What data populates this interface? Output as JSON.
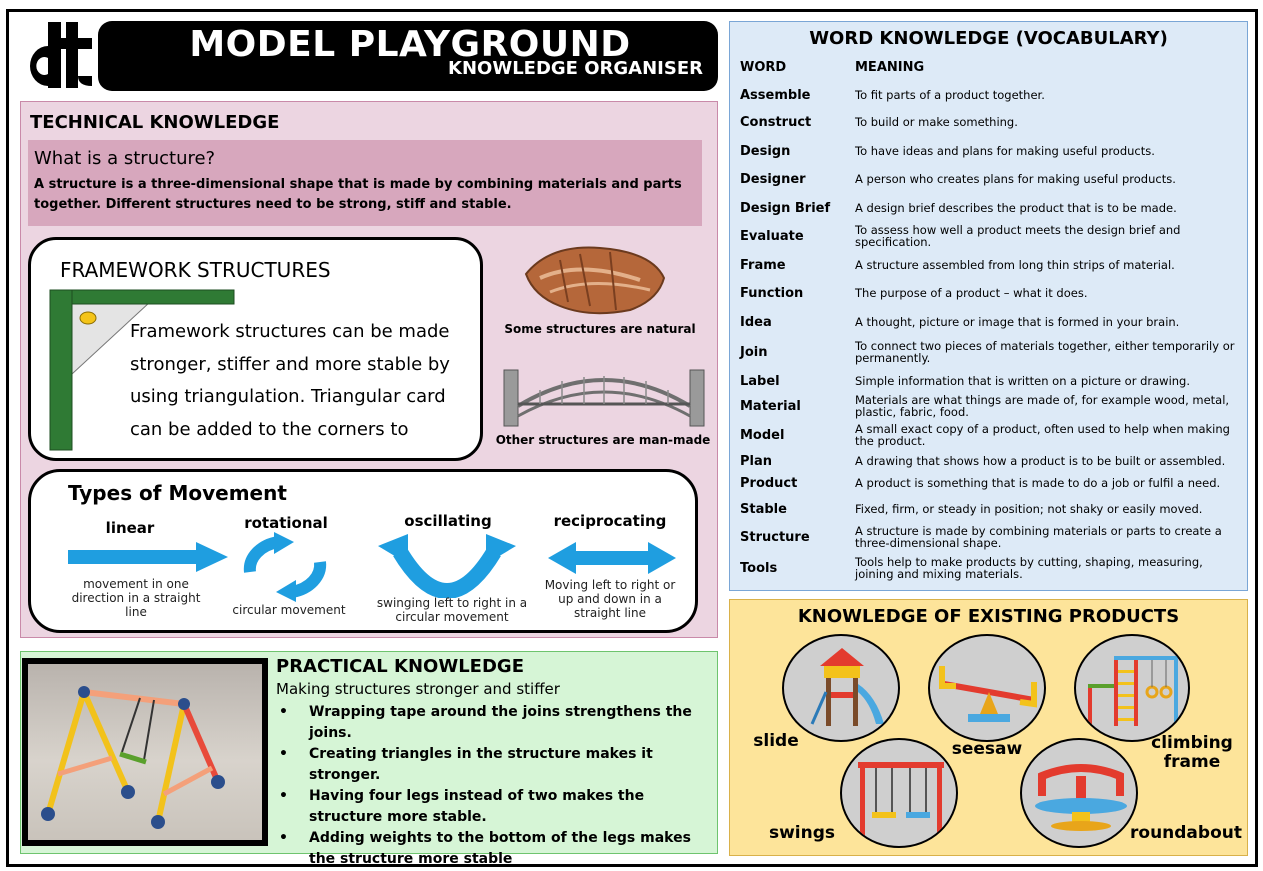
{
  "header": {
    "logo_text": "dt",
    "title": "MODEL PLAYGROUND",
    "subtitle": "KNOWLEDGE ORGANISER"
  },
  "technical": {
    "heading": "TECHNICAL KNOWLEDGE",
    "question": "What is a structure?",
    "answer": "A structure is a three-dimensional shape that is made by combining materials and parts together. Different structures need to be strong, stiff and stable.",
    "framework_title": "FRAMEWORK STRUCTURES",
    "framework_text": "Framework structures can be made stronger, stiffer and more stable by using triangulation. Triangular card can be added to the corners to",
    "natural_caption": "Some structures are natural",
    "manmade_caption": "Other structures are man-made"
  },
  "movement": {
    "title": "Types of Movement",
    "types": [
      {
        "label": "linear",
        "desc": "movement in one direction in a straight line"
      },
      {
        "label": "rotational",
        "desc": "circular movement"
      },
      {
        "label": "oscillating",
        "desc": "swinging left to right in a circular movement"
      },
      {
        "label": "reciprocating",
        "desc": "Moving left to right or up and down in a straight line"
      }
    ]
  },
  "practical": {
    "title": "PRACTICAL KNOWLEDGE",
    "subtitle": "Making structures stronger and stiffer",
    "points": [
      "Wrapping tape around the joins strengthens the joins.",
      "Creating triangles in the structure makes it stronger.",
      "Having four legs instead of two makes the structure more stable.",
      "Adding weights to the bottom of the legs makes the structure more stable"
    ]
  },
  "vocabulary": {
    "title": "WORD KNOWLEDGE (VOCABULARY)",
    "col_word": "WORD",
    "col_meaning": "MEANING",
    "rows": [
      {
        "word": "Assemble",
        "meaning": "To fit parts of a product together."
      },
      {
        "word": "Construct",
        "meaning": "To build or make something."
      },
      {
        "word": "Design",
        "meaning": "To have ideas and plans for making useful products."
      },
      {
        "word": "Designer",
        "meaning": "A person who creates plans for making useful products."
      },
      {
        "word": "Design Brief",
        "meaning": "A design brief describes the product that is to be made."
      },
      {
        "word": "Evaluate",
        "meaning": "To assess how well a product meets the design brief and specification."
      },
      {
        "word": "Frame",
        "meaning": "A structure assembled from long thin strips of material."
      },
      {
        "word": "Function",
        "meaning": "The purpose of a product – what it does."
      },
      {
        "word": "Idea",
        "meaning": "A thought, picture or image that is formed in your brain."
      },
      {
        "word": "Join",
        "meaning": "To connect two pieces of materials together, either temporarily or permanently."
      },
      {
        "word": "Label",
        "meaning": "Simple information that is written on a picture or drawing."
      },
      {
        "word": "Material",
        "meaning": "Materials are what things are made of, for example wood, metal, plastic, fabric, food."
      },
      {
        "word": "Model",
        "meaning": "A small exact copy of a product, often used to help when making the product."
      },
      {
        "word": "Plan",
        "meaning": "A drawing that shows how a product is to be built or assembled."
      },
      {
        "word": "Product",
        "meaning": "A product is something that is made to do a job or fulfil a need."
      },
      {
        "word": "Stable",
        "meaning": "Fixed, firm, or steady in position; not shaky or easily moved."
      },
      {
        "word": "Structure",
        "meaning": "A structure is made by combining materials or parts to create a three-dimensional shape."
      },
      {
        "word": "Tools",
        "meaning": "Tools help to make products by cutting, shaping, measuring, joining and mixing materials."
      }
    ]
  },
  "products": {
    "title": "KNOWLEDGE OF EXISTING PRODUCTS",
    "items": [
      {
        "label": "slide"
      },
      {
        "label": "seesaw"
      },
      {
        "label": "climbing frame"
      },
      {
        "label": "swings"
      },
      {
        "label": "roundabout"
      }
    ]
  },
  "colors": {
    "tech_panel": "#ecd5e1",
    "structure_box": "#d7a7bd",
    "practical_panel": "#d6f5d6",
    "vocab_panel": "#ddeaf7",
    "products_panel": "#fde49a",
    "movement_arrow": "#1f9ee0"
  }
}
